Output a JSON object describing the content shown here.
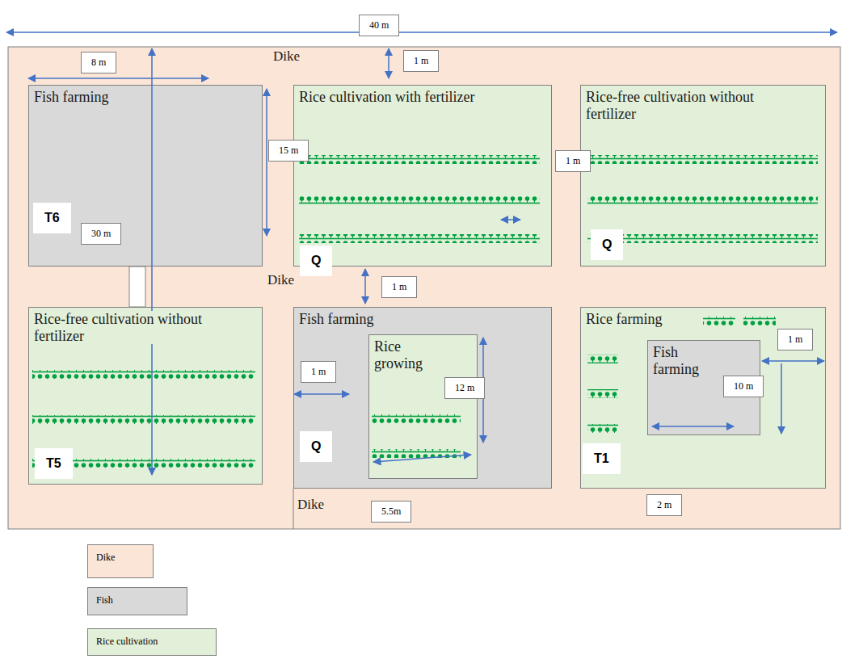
{
  "diagram": {
    "nodes": [
      {
        "text": [
          "Fish farming",
          "T6"
        ]
      },
      {
        "text": [
          "Rice cultivation with fertilizer",
          "Q"
        ]
      },
      {
        "text": [
          "Rice-free cultivation without fertilizer",
          "Q"
        ]
      },
      {
        "text": [
          "Rice-free cultivation without fertilizer",
          "T5"
        ]
      },
      {
        "text": [
          "Fish farming",
          "Q"
        ]
      },
      {
        "text": [
          "Rice growing"
        ],
        "in": 4
      },
      {
        "text": [
          "Rice farming",
          "T1"
        ]
      },
      {
        "text": [
          "Fish farming"
        ],
        "in": 6
      }
    ],
    "labels": [
      "40 m",
      "8 m",
      "1 m",
      "Dike",
      "15 m",
      "1 m",
      "30 m",
      "Dike",
      "1 m",
      "1 m",
      "12 m",
      "1 m",
      "10 m",
      "Dike",
      "5.5m",
      "2 m"
    ],
    "legend": [
      {
        "text": "Dike",
        "color": "#fbe5d6"
      },
      {
        "text": "Fish",
        "color": "#d9d9d9"
      },
      {
        "text": "Rice cultivation",
        "color": "#e2f0d9"
      }
    ]
  }
}
